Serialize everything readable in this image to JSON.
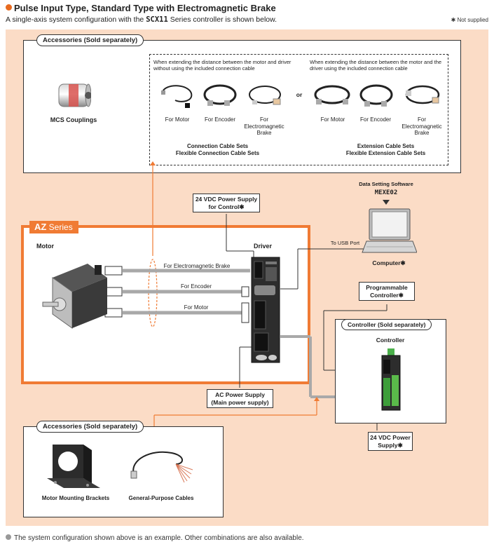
{
  "header": {
    "title": "Pulse Input Type, Standard Type with Electromagnetic Brake",
    "subtitle_prefix": "A single-axis system configuration with the ",
    "subtitle_product": "SCX11",
    "subtitle_suffix": " Series controller is shown below.",
    "not_supplied": "✱ Not supplied"
  },
  "accessories_top": {
    "label": "Accessories (Sold separately)",
    "coupling_brand": "MCS",
    "coupling_label": " Couplings",
    "group1_desc": "When extending the distance between the motor and driver without using the included connection cable",
    "group2_desc": "When extending the distance between the motor and the driver using the included connection cable",
    "or": "or",
    "cables": [
      "For Motor",
      "For Encoder",
      "For Electromagnetic Brake"
    ],
    "group1_title1": "Connection Cable Sets",
    "group1_title2": "Flexible Connection Cable Sets",
    "group2_title1": "Extension Cable Sets",
    "group2_title2": "Flexible Extension Cable Sets"
  },
  "system": {
    "power_control": "24 VDC Power Supply for Control✱",
    "software_label": "Data Setting Software",
    "software_name": "MEXE02",
    "usb_port": "To USB Port",
    "computer": "Computer✱",
    "series_name": "AZ",
    "series_suffix": " Series",
    "motor": "Motor",
    "driver": "Driver",
    "cable_brake": "For Electromagnetic Brake",
    "cable_encoder": "For Encoder",
    "cable_motor": "For Motor",
    "programmable_controller": "Programmable Controller✱",
    "controller_box_label": "Controller (Sold separately)",
    "controller": "Controller",
    "ac_power": "AC Power Supply (Main power supply)",
    "power_24v": "24 VDC Power Supply✱"
  },
  "accessories_bottom": {
    "label": "Accessories (Sold separately)",
    "bracket": "Motor Mounting Brackets",
    "cables": "General-Purpose Cables"
  },
  "footer": {
    "note": "The system configuration shown above is an example. Other combinations are also available."
  },
  "colors": {
    "accent": "#f07b34",
    "background": "#fbdcc6",
    "cable_gray": "#a9a9a9"
  }
}
